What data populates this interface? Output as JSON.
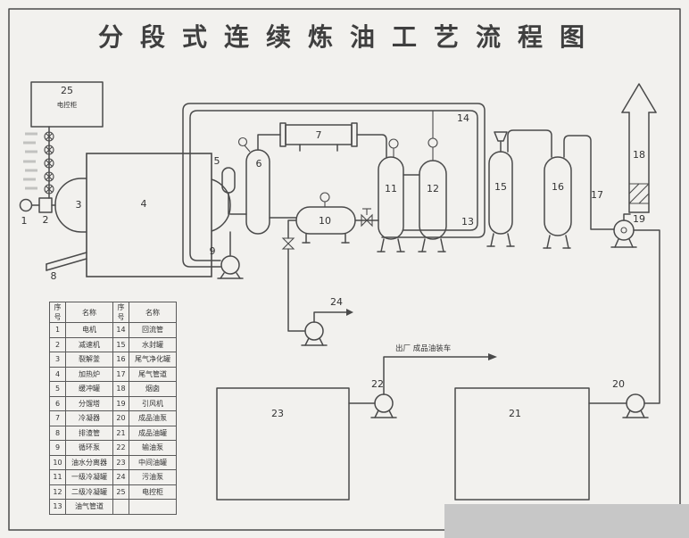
{
  "title": "分段式连续炼油工艺流程图",
  "labels": {
    "n1": "1",
    "n2": "2",
    "n3": "3",
    "n4": "4",
    "n5": "5",
    "n6": "6",
    "n7": "7",
    "n8": "8",
    "n9": "9",
    "n10": "10",
    "n11": "11",
    "n12": "12",
    "n13": "13",
    "n14": "14",
    "n15": "15",
    "n16": "16",
    "n17": "17",
    "n18": "18",
    "n19": "19",
    "n20": "20",
    "n21": "21",
    "n22": "22",
    "n23": "23",
    "n24": "24",
    "n25": "25"
  },
  "annotations": {
    "box25_caption": "电控柜",
    "outlet": "出厂 成品油装车"
  },
  "legend": {
    "headers": [
      "序号",
      "名称",
      "序号",
      "名称"
    ],
    "rows": [
      {
        "no_l": "1",
        "name_l": "电机",
        "no_r": "14",
        "name_r": "回流管"
      },
      {
        "no_l": "2",
        "name_l": "减速机",
        "no_r": "15",
        "name_r": "水封罐"
      },
      {
        "no_l": "3",
        "name_l": "裂解釜",
        "no_r": "16",
        "name_r": "尾气净化罐"
      },
      {
        "no_l": "4",
        "name_l": "加热炉",
        "no_r": "17",
        "name_r": "尾气管道"
      },
      {
        "no_l": "5",
        "name_l": "缓冲罐",
        "no_r": "18",
        "name_r": "烟囱"
      },
      {
        "no_l": "6",
        "name_l": "分馏塔",
        "no_r": "19",
        "name_r": "引风机"
      },
      {
        "no_l": "7",
        "name_l": "冷凝器",
        "no_r": "20",
        "name_r": "成品油泵"
      },
      {
        "no_l": "8",
        "name_l": "排渣管",
        "no_r": "21",
        "name_r": "成品油罐"
      },
      {
        "no_l": "9",
        "name_l": "循环泵",
        "no_r": "22",
        "name_r": "输油泵"
      },
      {
        "no_l": "10",
        "name_l": "油水分离器",
        "no_r": "23",
        "name_r": "中间油罐"
      },
      {
        "no_l": "11",
        "name_l": "一级冷凝罐",
        "no_r": "24",
        "name_r": "污油泵"
      },
      {
        "no_l": "12",
        "name_l": "二级冷凝罐",
        "no_r": "25",
        "name_r": "电控柜"
      },
      {
        "no_l": "13",
        "name_l": "油气管道",
        "no_r": "",
        "name_r": ""
      }
    ]
  },
  "colors": {
    "line": "#4a4a4a",
    "background": "#f2f1ee",
    "watermark": "#c7c7c7",
    "title": "#3f3f3f"
  }
}
